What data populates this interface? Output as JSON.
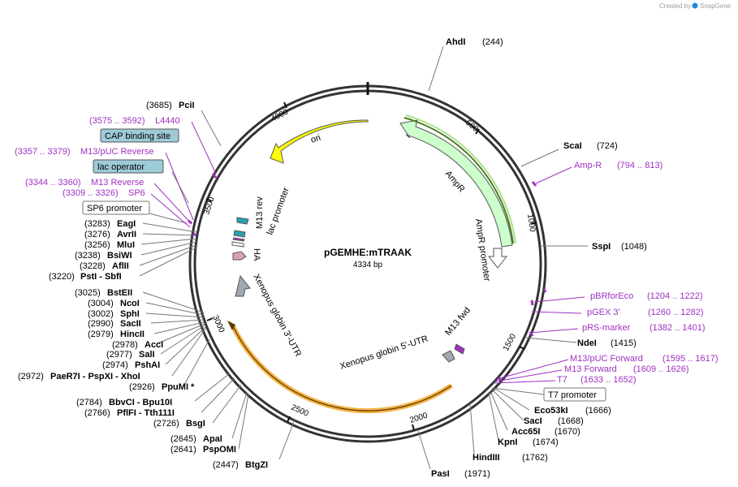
{
  "header": {
    "credit_prefix": "Created by",
    "credit_brand": "SnapGene"
  },
  "plasmid": {
    "name": "pGEMHE:mTRAAK",
    "size": "4334 bp",
    "length_bp": 4334
  },
  "ticks": [
    "500",
    "1000",
    "1500",
    "2000",
    "2500",
    "3000",
    "3500",
    "4000"
  ],
  "features": {
    "ori": "ori",
    "ampr": "AmpR",
    "ampr_promoter": "AmpR promoter",
    "lac_promoter": "lac promoter",
    "m13_rev": "M13 rev",
    "ha": "HA",
    "xglobin3": "Xenopus globin 3'-UTR",
    "xglobin5": "Xenopus globin 5'-UTR",
    "m13_fwd": "M13 fwd"
  },
  "boxed_labels": {
    "cap": "CAP binding site",
    "lac_op": "lac operator",
    "sp6_promoter": "SP6 promoter",
    "t7_promoter": "T7 promoter"
  },
  "sites_right": [
    {
      "name": "AhdI",
      "pos": "(244)"
    },
    {
      "name": "ScaI",
      "pos": "(724)"
    },
    {
      "name": "SspI",
      "pos": "(1048)"
    },
    {
      "name": "NdeI",
      "pos": "(1415)"
    },
    {
      "name": "Eco53kI",
      "pos": "(1666)"
    },
    {
      "name": "SacI",
      "pos": "(1668)"
    },
    {
      "name": "Acc65I",
      "pos": "(1670)"
    },
    {
      "name": "KpnI",
      "pos": "(1674)"
    },
    {
      "name": "HindIII",
      "pos": "(1762)"
    },
    {
      "name": "PasI",
      "pos": "(1971)"
    }
  ],
  "sites_left": [
    {
      "name": "PciI",
      "pos": "(3685)"
    },
    {
      "name": "EagI",
      "pos": "(3283)"
    },
    {
      "name": "AvrII",
      "pos": "(3276)"
    },
    {
      "name": "MluI",
      "pos": "(3256)"
    },
    {
      "name": "BsiWI",
      "pos": "(3238)"
    },
    {
      "name": "AflII",
      "pos": "(3228)"
    },
    {
      "name": "PstI  -  SbfI",
      "pos": "(3220)"
    },
    {
      "name": "BstEII",
      "pos": "(3025)"
    },
    {
      "name": "NcoI",
      "pos": "(3004)"
    },
    {
      "name": "SphI",
      "pos": "(3002)"
    },
    {
      "name": "SacII",
      "pos": "(2990)"
    },
    {
      "name": "HincII",
      "pos": "(2979)"
    },
    {
      "name": "AccI",
      "pos": "(2978)"
    },
    {
      "name": "SalI",
      "pos": "(2977)"
    },
    {
      "name": "PshAI",
      "pos": "(2974)"
    },
    {
      "name": "PaeR7I  -  PspXI  -  XhoI",
      "pos": "(2972)"
    },
    {
      "name": "PpuMI *",
      "pos": "(2926)"
    },
    {
      "name": "BbvCI  -  Bpu10I",
      "pos": "(2784)"
    },
    {
      "name": "PflFI  -  Tth111I",
      "pos": "(2766)"
    },
    {
      "name": "BsgI",
      "pos": "(2726)"
    },
    {
      "name": "ApaI",
      "pos": "(2645)"
    },
    {
      "name": "PspOMI",
      "pos": "(2641)"
    },
    {
      "name": "BtgZI",
      "pos": "(2447)"
    }
  ],
  "primers_right": [
    {
      "name": "Amp-R",
      "range": "(794 .. 813)"
    },
    {
      "name": "pBRforEco",
      "range": "(1204 .. 1222)"
    },
    {
      "name": "pGEX 3'",
      "range": "(1260 .. 1282)"
    },
    {
      "name": "pRS-marker",
      "range": "(1382 .. 1401)"
    },
    {
      "name": "M13/pUC Forward",
      "range": "(1595 .. 1617)"
    },
    {
      "name": "M13 Forward",
      "range": "(1609 .. 1626)"
    },
    {
      "name": "T7",
      "range": "(1633 .. 1652)"
    }
  ],
  "primers_left": [
    {
      "name": "L4440",
      "range": "(3575 .. 3592)"
    },
    {
      "name": "M13/pUC Reverse",
      "range": "(3357 .. 3379)"
    },
    {
      "name": "M13 Reverse",
      "range": "(3344 .. 3360)"
    },
    {
      "name": "SP6",
      "range": "(3309 .. 3326)"
    }
  ],
  "colors": {
    "ori": "#ffff00",
    "ampr": "#ccffcc",
    "xglobin": "#f5b041",
    "boxed_label": "#9ecbd8",
    "primer": "#a030c0",
    "backbone": "#333333"
  }
}
